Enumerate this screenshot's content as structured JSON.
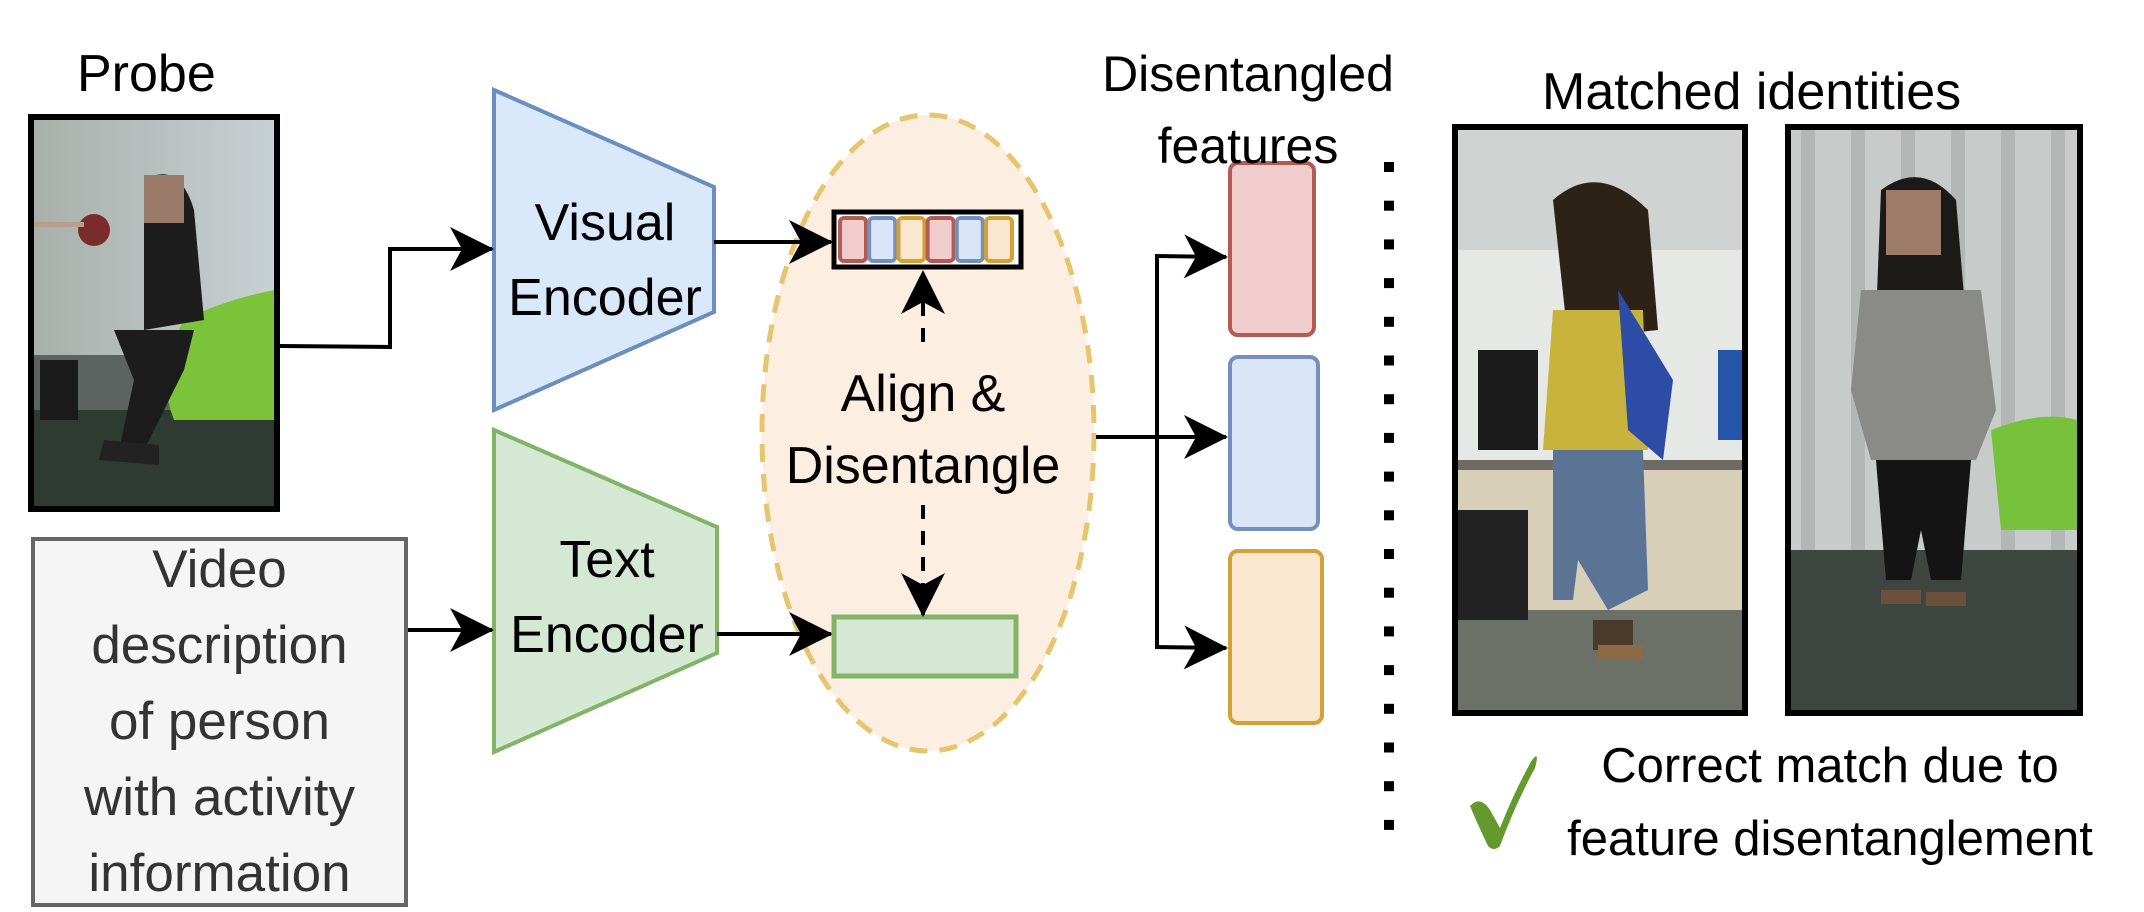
{
  "probe": {
    "title": "Probe",
    "image_alt": "Probe video frame: person with long dark hair sitting on a green chair, face pixelated"
  },
  "description_box": {
    "lines": [
      "Video",
      "description",
      "of person",
      "with activity",
      "information"
    ]
  },
  "visual_encoder": {
    "line1": "Visual",
    "line2": "Encoder",
    "fill": "#dae8fc",
    "stroke": "#6c8ebf"
  },
  "text_encoder": {
    "line1": "Text",
    "line2": "Encoder",
    "fill": "#d5e8d4",
    "stroke": "#82b366"
  },
  "align_module": {
    "line1": "Align &",
    "line2": "Disentangle",
    "fill": "#fcefe1",
    "stroke": "#e6c56e"
  },
  "visual_feature_vector": {
    "cells": [
      "red",
      "blue",
      "orange",
      "red",
      "blue",
      "orange"
    ]
  },
  "disentangled_features": {
    "title_line1": "Disentangled",
    "title_line2": "features",
    "boxes": [
      "red",
      "blue",
      "orange"
    ]
  },
  "palette": {
    "red": {
      "fill": "#f0cdcc",
      "stroke": "#b25b55"
    },
    "blue": {
      "fill": "#dae6f8",
      "stroke": "#7690be"
    },
    "orange": {
      "fill": "#fbe6cf",
      "stroke": "#d3a236"
    },
    "check": "#64992d"
  },
  "matched": {
    "title": "Matched identities",
    "images": [
      {
        "alt": "Gallery frame: person in yellow top and jeans in an office, face obscured by hair"
      },
      {
        "alt": "Gallery frame: person in grey t-shirt and black leggings standing, face pixelated"
      }
    ],
    "result_line1": "Correct match due to",
    "result_line2": "feature disentanglement",
    "result_icon": "checkmark-icon"
  }
}
